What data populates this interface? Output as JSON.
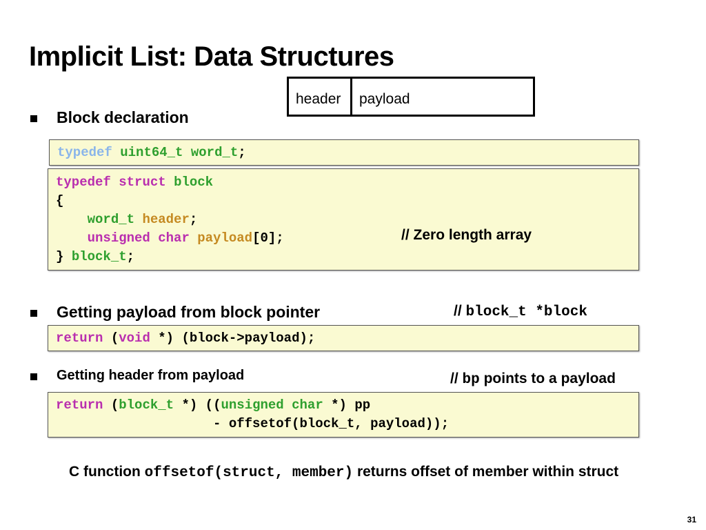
{
  "title": "Implicit List: Data Structures",
  "block_diagram": {
    "header": "header",
    "payload": "payload"
  },
  "sections": {
    "declaration": "Block declaration",
    "get_payload": "Getting payload from block pointer",
    "get_header": "Getting header from payload"
  },
  "code1": {
    "kw_typedef": "typedef",
    "type_uint64": "uint64_t",
    "type_word": "word_t",
    "semi": ";"
  },
  "code2": {
    "kw_typedef": "typedef",
    "kw_struct": "struct",
    "type_block": "block",
    "open_brace": "{",
    "indent": "    ",
    "type_word": "word_t",
    "field_header": "header",
    "semi": ";",
    "kw_unsigned": "unsigned",
    "kw_char": "char",
    "field_payload": "payload",
    "array_suffix": "[0];",
    "close_brace": "} ",
    "type_block_t": "block_t",
    "comment_slashes": "//",
    "comment_text": "Zero length array"
  },
  "code3": {
    "kw_return": "return",
    "open": "(",
    "kw_void": "void",
    "rest": " *) (block->payload);",
    "comment_slashes": "//",
    "comment_code": "block_t *block"
  },
  "code4": {
    "kw_return": "return",
    "open": "(",
    "type_block_t": "block_t",
    "mid": " *) ((",
    "kw_unsigned": "unsigned",
    "space": " ",
    "kw_char": "char",
    "rest": " *) pp",
    "line2": "                    - offsetof(block_t, payload));",
    "comment_slashes": "//",
    "comment_code": "bp",
    "comment_text": "points to a payload"
  },
  "footer": {
    "prefix": "C function",
    "code": "offsetof(struct, member)",
    "suffix": "returns offset of member within struct"
  },
  "page_number": "31",
  "colors": {
    "keyword": "#b92eaf",
    "type": "#2e9f2e",
    "field": "#c58a22",
    "code_background": "#fafad2"
  }
}
